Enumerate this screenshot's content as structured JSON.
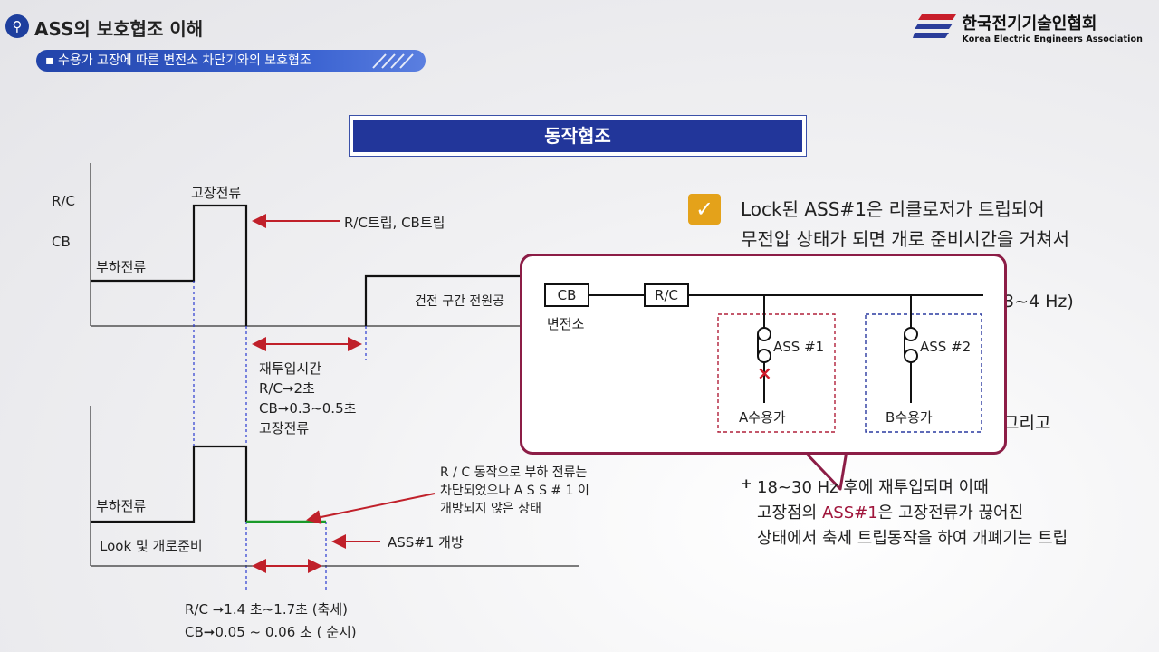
{
  "header": {
    "logo_icon": "lightbulb-icon",
    "title": "ASS의 보호협조 이해",
    "subtitle": "▪ 수용가 고장에 따른 변전소 차단기와의 보호협조",
    "brand_ko": "한국전기기술인협회",
    "brand_en": "Korea Electric Engineers Association"
  },
  "section_title": "동작협조",
  "diagram": {
    "rc_label": "R/C",
    "cb_label": "CB",
    "fault_current": "고장전류",
    "load_current_top": "부하전류",
    "rc_cb_trip": "R/C트립, CB트립",
    "healthy_power": "건전 구간 전원공",
    "reclose_time": [
      "재투입시간",
      "R/C➞2초",
      "CB➞0.3~0.5초",
      "고장전류"
    ],
    "load_current_bottom": "부하전류",
    "lock_prepare": "Look 및 개로준비",
    "rc_note": [
      "R / C  동작으로 부하 전류는",
      "차단되었으나  A S S  # 1 이",
      "개방되지 않은 상태"
    ],
    "ass1_open": "ASS#1 개방",
    "timing": [
      "R/C ➞1.4 초~1.7초 (축세)",
      "CB➞0.05 ~ 0.06 초 ( 순시)"
    ]
  },
  "notes": {
    "check_icon": "checkmark-icon",
    "line1": "Lock된 ASS#1은 리클로저가 트립되어",
    "line2": "무전압 상태가 되면 개로 준비시간을 거쳐서",
    "partial1": "3~4 Hz)",
    "partial2": "그리고",
    "bullet_mark": "+",
    "bullet_a": "18~30 Hz 후에 재투입되며 이때",
    "bullet_b_pre": "고장점의 ",
    "bullet_b_red": "ASS#1",
    "bullet_b_post": "은 고장전류가 끊어진",
    "bullet_c": "상태에서  축세 트립동작을 하여 개폐기는 트립"
  },
  "popup": {
    "cb": "CB",
    "rc": "R/C",
    "substation": "변전소",
    "ass1": "ASS #1",
    "ass2": "ASS #2",
    "customer_a": "A수용가",
    "customer_b": "B수용가",
    "fault_mark": "×"
  },
  "colors": {
    "accent_blue": "#22369a",
    "arrow_red": "#c0202a",
    "popup_border": "#8c1d46",
    "check_orange": "#e4a21a",
    "green_line": "#1a9a2a"
  }
}
